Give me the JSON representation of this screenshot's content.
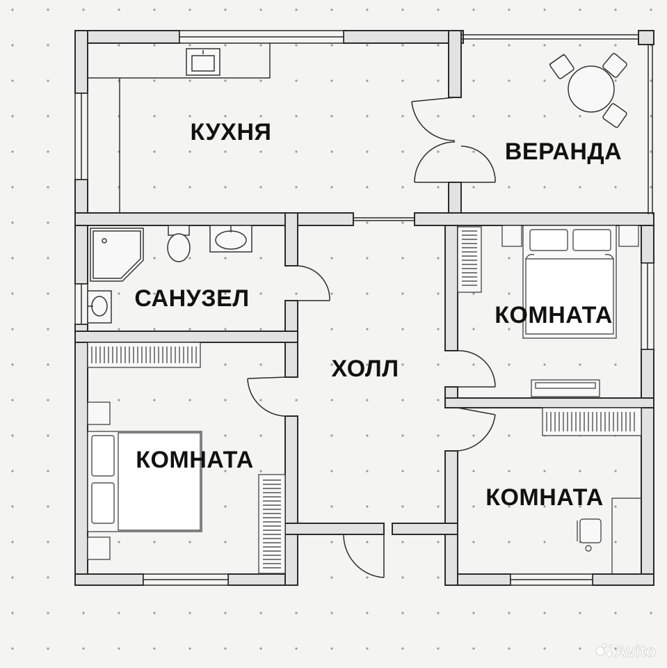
{
  "rooms": {
    "kitchen": "КУХНЯ",
    "veranda": "ВЕРАНДА",
    "bathroom": "САНУЗЕЛ",
    "hall": "ХОЛЛ",
    "room_right_top": "КОМНАТА",
    "room_left": "КОМНАТА",
    "room_right_bottom": "КОМНАТА"
  },
  "watermark": "Avito",
  "colors": {
    "background": "#f4f4f2",
    "wall_fill": "#e2e2e2",
    "wall_stroke": "#2a2a2a",
    "line": "#333333"
  }
}
